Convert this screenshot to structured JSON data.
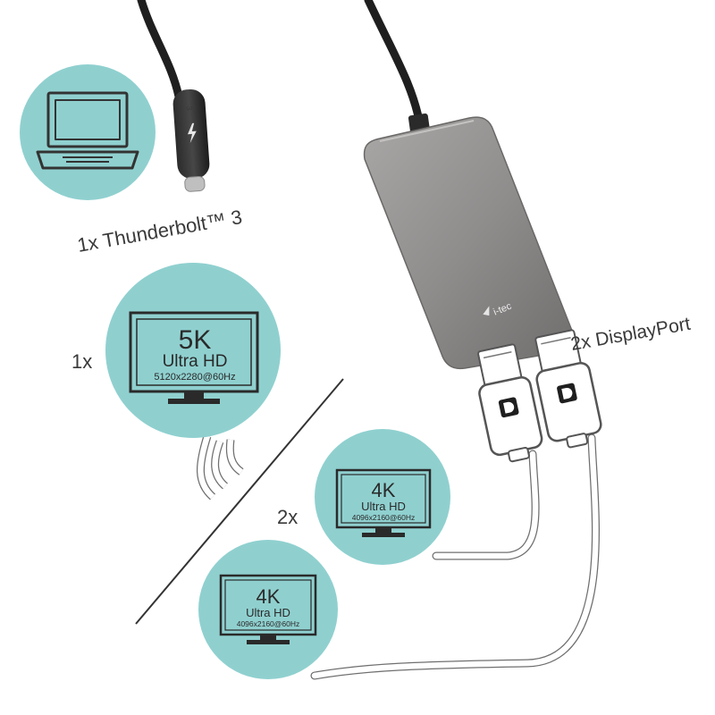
{
  "colors": {
    "circle_fill": "#8fd0cf",
    "cable_black": "#1f1f1f",
    "hub_gray": "#8e8c8b",
    "line_dark": "#333333"
  },
  "thunderbolt": {
    "label": "1x Thunderbolt™ 3",
    "icon": "laptop-icon",
    "connector_mark": "3"
  },
  "hub": {
    "logo_text": "i-tec",
    "icon": "usb-c-hub-device"
  },
  "displayport": {
    "label": "2x DisplayPort",
    "icon": "displayport-connector-icon"
  },
  "single_mode": {
    "count_label": "1x",
    "monitor": {
      "resolution": "5K",
      "name": "Ultra HD",
      "spec": "5120x2280@60Hz"
    }
  },
  "dual_mode": {
    "count_label": "2x",
    "monitors": [
      {
        "resolution": "4K",
        "name": "Ultra HD",
        "spec": "4096x2160@60Hz"
      },
      {
        "resolution": "4K",
        "name": "Ultra HD",
        "spec": "4096x2160@60Hz"
      }
    ]
  }
}
